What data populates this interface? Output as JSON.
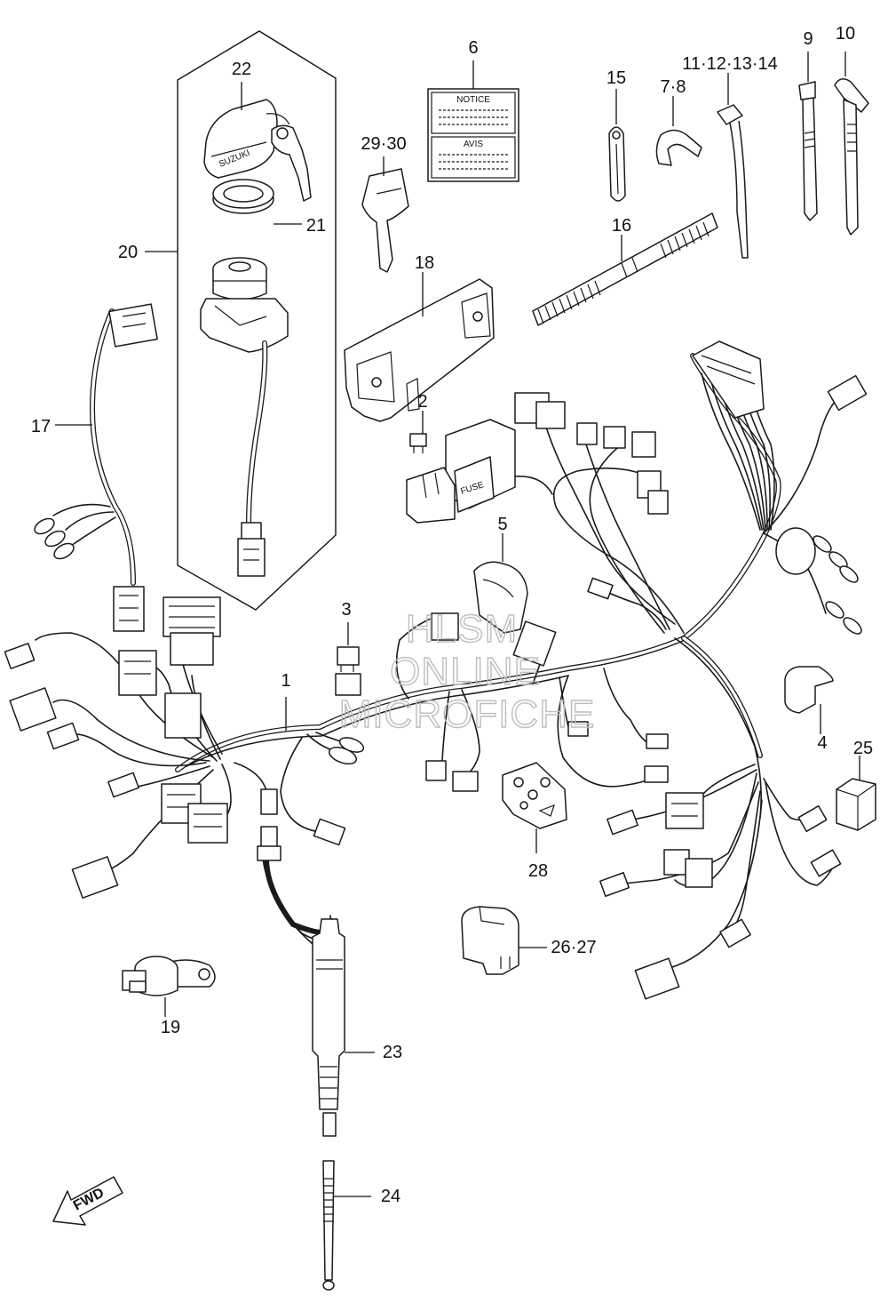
{
  "diagram": {
    "watermark_lines": [
      "HLSM",
      "ONLINE",
      "MICROFICHE"
    ],
    "fwd_label": "FWD",
    "key_brand": "SUZUKI",
    "sticker_notice": "NOTICE",
    "sticker_avis": "AVIS",
    "fuse_text": "FUSE",
    "labels": {
      "l1": "1",
      "l2": "2",
      "l3": "3",
      "l4": "4",
      "l5": "5",
      "l6": "6",
      "l7_8": "7·8",
      "l9": "9",
      "l10": "10",
      "l11_14": "11·12·13·14",
      "l15": "15",
      "l16": "16",
      "l17": "17",
      "l18": "18",
      "l19": "19",
      "l20": "20",
      "l21": "21",
      "l22": "22",
      "l23": "23",
      "l24": "24",
      "l25": "25",
      "l26_27": "26·27",
      "l28": "28",
      "l29_30": "29·30"
    }
  }
}
